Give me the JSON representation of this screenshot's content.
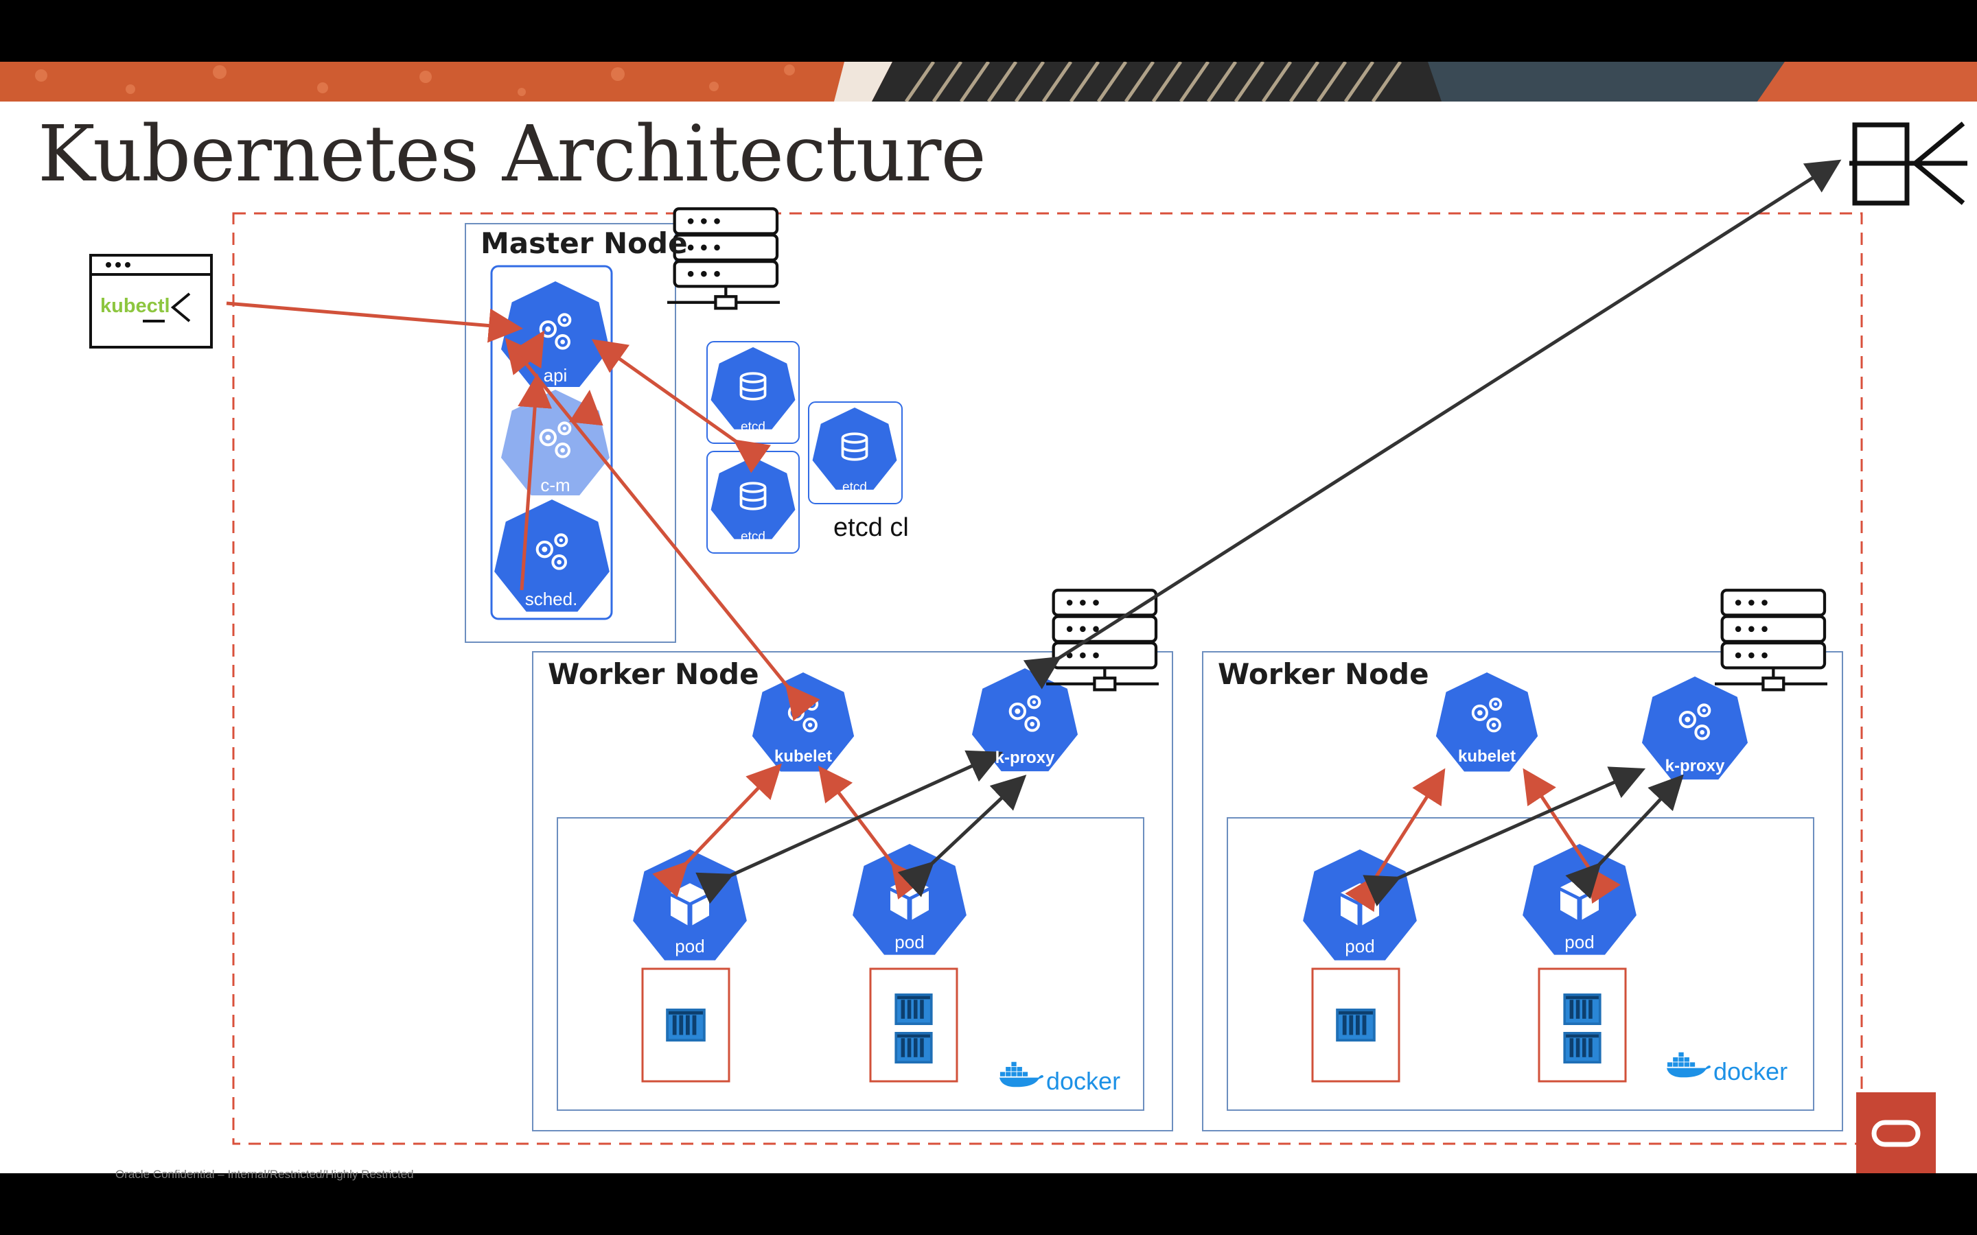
{
  "slide": {
    "title": "Kubernetes Architecture",
    "footer": "Oracle Confidential – Internal/Restricted/Highly Restricted"
  },
  "client": {
    "label": "kubectl"
  },
  "master_node": {
    "label": "Master Node",
    "components": [
      {
        "name": "api"
      },
      {
        "name": "c-m"
      },
      {
        "name": "sched."
      }
    ],
    "etcd_members": [
      "etcd",
      "etcd",
      "etcd"
    ],
    "etcd_cluster_label": "etcd cl"
  },
  "worker_nodes": [
    {
      "label": "Worker Node",
      "kubelet": "kubelet",
      "proxy": "k-proxy",
      "pods": [
        {
          "label": "pod",
          "containers": 1
        },
        {
          "label": "pod",
          "containers": 2
        }
      ],
      "runtime": "docker"
    },
    {
      "label": "Worker Node",
      "kubelet": "kubelet",
      "proxy": "k-proxy",
      "pods": [
        {
          "label": "pod",
          "containers": 1
        },
        {
          "label": "pod",
          "containers": 2
        }
      ],
      "runtime": "docker"
    }
  ],
  "colors": {
    "k8s_blue": "#326CE5",
    "arrow_red": "#D1513A",
    "arrow_dark": "#333333",
    "dashed_border": "#D9503B",
    "oracle_red": "#C74634",
    "kubectl_green": "#8DC63F"
  },
  "icons": [
    "server-rack-icon",
    "network-gateway-icon",
    "kubectl-terminal-icon",
    "docker-whale-icon",
    "oracle-logo-icon",
    "container-icon"
  ]
}
